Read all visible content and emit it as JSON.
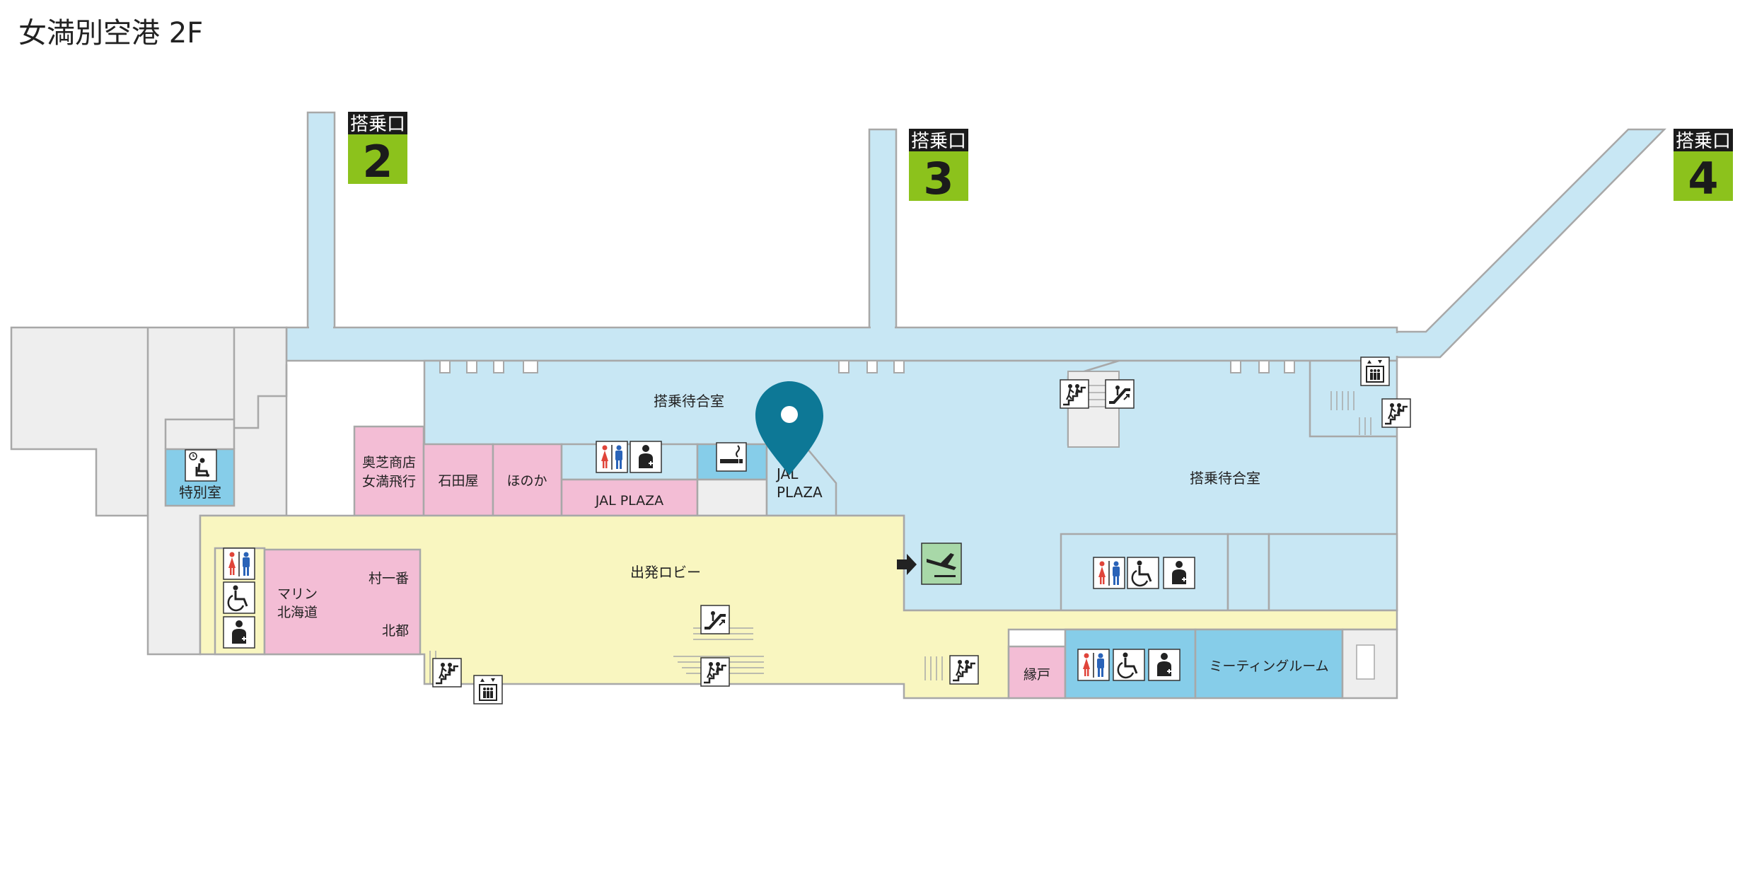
{
  "map": {
    "title": "女満別空港 2F",
    "gates": [
      {
        "header": "搭乗口",
        "number": "2"
      },
      {
        "header": "搭乗口",
        "number": "3"
      },
      {
        "header": "搭乗口",
        "number": "4"
      }
    ],
    "areas": {
      "waiting_room_1": "搭乗待合室",
      "waiting_room_2": "搭乗待合室",
      "departure_lobby": "出発ロビー",
      "special_room": "特別室",
      "shop_okushiba_line1": "奥芝商店",
      "shop_okushiba_line2": "女満飛行",
      "shop_ishidaya": "石田屋",
      "shop_honoka": "ほのか",
      "jal_plaza_shop": "JAL PLAZA",
      "jal_plaza_line1": "JAL",
      "jal_plaza_line2": "PLAZA",
      "shop_marine_line1": "マリン",
      "shop_marine_line2": "北海道",
      "shop_murakamiichiban": "村一番",
      "shop_hokuto": "北都",
      "shop_engawa": "縁戸",
      "meeting_room": "ミーティングルーム"
    },
    "colors": {
      "airside": "#c8e7f4",
      "lobby": "#f9f6c0",
      "shop": "#f3bdd5",
      "facility": "#86cde9",
      "other": "#eeeeee",
      "walls": "#a8a8a8",
      "gate_badge": "#8cc21c",
      "gate_header": "#1b1b1b",
      "pin": "#0d7896",
      "departure_gate": "#a8d8a8"
    },
    "icons": [
      "stairs-icon",
      "escalator-icon",
      "elevator-icon",
      "restroom-icon",
      "accessible-restroom-icon",
      "multipurpose-room-icon",
      "smoking-room-icon",
      "vip-lounge-icon",
      "departure-gate-icon",
      "location-pin-icon",
      "direction-arrow-icon"
    ]
  }
}
